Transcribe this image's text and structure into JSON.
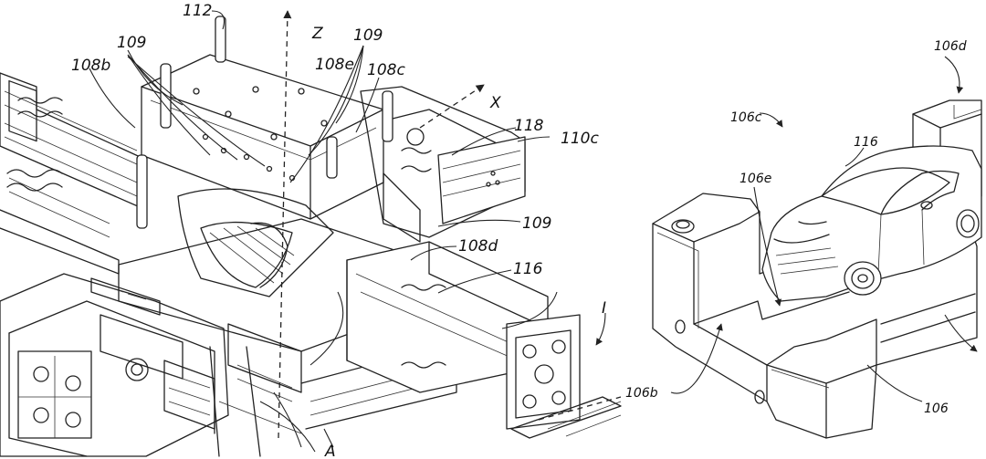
{
  "labels": {
    "l112": "112",
    "lZ": "Z",
    "l109a": "109",
    "l109b": "109",
    "l108e": "108e",
    "l108c": "108c",
    "l108b": "108b",
    "lX": "X",
    "l118": "118",
    "l110c": "110c",
    "l109c": "109",
    "l108d": "108d",
    "l116a": "116",
    "lI": "I",
    "lA": "A",
    "l106d": "106d",
    "l106c": "106c",
    "l116b": "116",
    "l106e": "106e",
    "l106b": "106b",
    "l106": "106"
  },
  "colors": {
    "ink": "#222222",
    "background": "#ffffff"
  }
}
